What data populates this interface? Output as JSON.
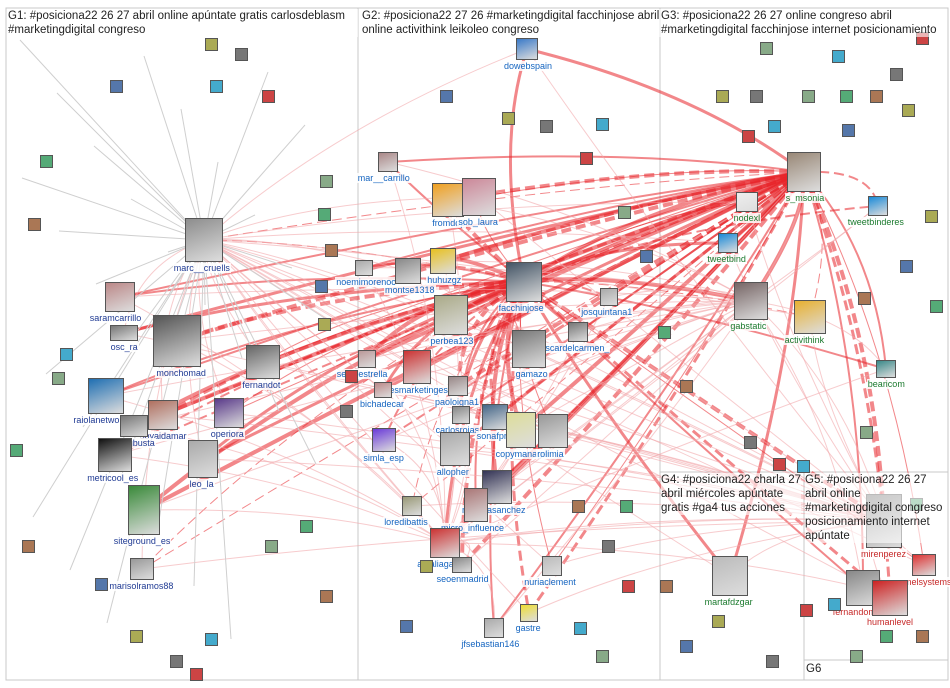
{
  "groups": [
    {
      "id": "G1",
      "label": "G1: #posiciona22 26 27 abril online apúntate gratis carlosdeblasm\n#marketingdigital congreso"
    },
    {
      "id": "G2",
      "label": "G2: #posiciona22 27 26 #marketingdigital facchinjose abril\nonline activithink leikoleo congreso"
    },
    {
      "id": "G3",
      "label": "G3: #posiciona22 26 27 online congreso abril\n#marketingdigital facchinjose internet posicionamiento"
    },
    {
      "id": "G4",
      "label": "G4: #posiciona22 charla 27\nabril miércoles apúntate\ngratis #ga4 tus acciones"
    },
    {
      "id": "G5",
      "label": "G5: #posiciona22 26 27\nabril online\n#marketingdigital congreso\nposicionamiento internet\napúntate"
    },
    {
      "id": "G6",
      "label": "G6"
    }
  ],
  "colors": {
    "edge": "#e8242a",
    "edge_light": "#f2a9ab",
    "grid": "#c8c8c8",
    "g1": "#1f3a93",
    "g2": "#1565c0",
    "g3": "#1b7a2e",
    "g4": "#1b7a2e",
    "g5": "#c62828"
  },
  "nodes": [
    {
      "label": "marc__cruells",
      "g": "g1",
      "color": "#8d8d8d"
    },
    {
      "label": "saramcarrillo",
      "g": "g1",
      "color": "#b88",
      "color2": ""
    },
    {
      "label": "osc_ra",
      "g": "g1",
      "color": "#777"
    },
    {
      "label": "monchomad",
      "g": "g1",
      "color": "#555"
    },
    {
      "label": "fernandot",
      "g": "g1",
      "color": "#666"
    },
    {
      "label": "raiolanetworks",
      "g": "g1",
      "color": "#1f6fb2"
    },
    {
      "label": "soyaidamar",
      "g": "g1",
      "color": "#b07060"
    },
    {
      "label": "victorgbusta",
      "g": "g1",
      "color": "#777"
    },
    {
      "label": "operiora",
      "g": "g1",
      "color": "#5a3a8a"
    },
    {
      "label": "metricool_es",
      "g": "g1",
      "color": "#111"
    },
    {
      "label": "leo_la",
      "g": "g1",
      "color": "#aaa"
    },
    {
      "label": "siteground_es",
      "g": "g1",
      "color": "#3a8a3a"
    },
    {
      "label": "marisolramos88",
      "g": "g1",
      "color": "#999"
    },
    {
      "label": "mar__carrillo",
      "g": "g2",
      "color": "#a88"
    },
    {
      "label": "dowebspain",
      "g": "g2",
      "color": "#3a7ac8"
    },
    {
      "label": "fromdop",
      "g": "g2",
      "color": "#f0a020"
    },
    {
      "label": "sob_laura",
      "g": "g2",
      "color": "#c89"
    },
    {
      "label": "noemimorenoc",
      "g": "g2",
      "color": "#aaa"
    },
    {
      "label": "montse1318",
      "g": "g2",
      "color": "#888"
    },
    {
      "label": "huhuzgz",
      "g": "g2",
      "color": "#e8c020"
    },
    {
      "label": "facchinjose",
      "g": "g2",
      "color": "#456"
    },
    {
      "label": "josquintana1",
      "g": "g2",
      "color": "#aaa"
    },
    {
      "label": "perbea123",
      "g": "g2",
      "color": "#aa8"
    },
    {
      "label": "sepulestrella",
      "g": "g2",
      "color": "#b99"
    },
    {
      "label": "desmarketinges",
      "g": "g2",
      "color": "#c33"
    },
    {
      "label": "scardelcarmen_",
      "g": "g2",
      "color": "#777"
    },
    {
      "label": "bichadecar",
      "g": "g2",
      "color": "#b88"
    },
    {
      "label": "paoloigna1",
      "g": "g2",
      "color": "#988"
    },
    {
      "label": "gamazo",
      "g": "g2",
      "color": "#777"
    },
    {
      "label": "carlosrojas",
      "g": "g2",
      "color": "#888"
    },
    {
      "label": "sonafpro",
      "g": "g2",
      "color": "#468"
    },
    {
      "label": "copymanager",
      "g": "g2",
      "color": "#dd9"
    },
    {
      "label": "rolimia",
      "g": "g2",
      "color": "#999"
    },
    {
      "label": "simla_esp",
      "g": "g2",
      "color": "#6a3ad8"
    },
    {
      "label": "allopher",
      "g": "g2",
      "color": "#aaa"
    },
    {
      "label": "richartasanchez",
      "g": "g2",
      "color": "#335"
    },
    {
      "label": "loredibattis",
      "g": "g2",
      "color": "#997"
    },
    {
      "label": "micro_influence",
      "g": "g2",
      "color": "#a77"
    },
    {
      "label": "amaliagaroca",
      "g": "g2",
      "color": "#c33"
    },
    {
      "label": "seoenmadrid",
      "g": "g2",
      "color": "#888"
    },
    {
      "label": "nuriaclement",
      "g": "g2",
      "color": "#bbb"
    },
    {
      "label": "jfsebastian146",
      "g": "g2",
      "color": "#aaa"
    },
    {
      "label": "gastre",
      "g": "g2",
      "color": "#eedd33"
    },
    {
      "label": "s_msonia",
      "g": "g3",
      "color": "#987"
    },
    {
      "label": "nodexl",
      "g": "g3",
      "color": "#eee"
    },
    {
      "label": "tweetbinderes",
      "g": "g3",
      "color": "#1a8ad8"
    },
    {
      "label": "tweetbind",
      "g": "g3",
      "color": "#1a8ad8"
    },
    {
      "label": "gabstatic",
      "g": "g3",
      "color": "#766"
    },
    {
      "label": "activithink",
      "g": "g3",
      "color": "#e8b030"
    },
    {
      "label": "bearicom",
      "g": "g3",
      "color": "#3a8a8a"
    },
    {
      "label": "martafdzgar",
      "g": "g4",
      "color": "#bbb"
    },
    {
      "label": "mirenperez",
      "g": "g5",
      "color": "#777"
    },
    {
      "label": "mmmelsystems",
      "g": "g5",
      "color": "#d33"
    },
    {
      "label": "fernandomacia",
      "g": "g5",
      "color": "#888"
    },
    {
      "label": "humanlevel",
      "g": "g5",
      "color": "#c22"
    }
  ]
}
